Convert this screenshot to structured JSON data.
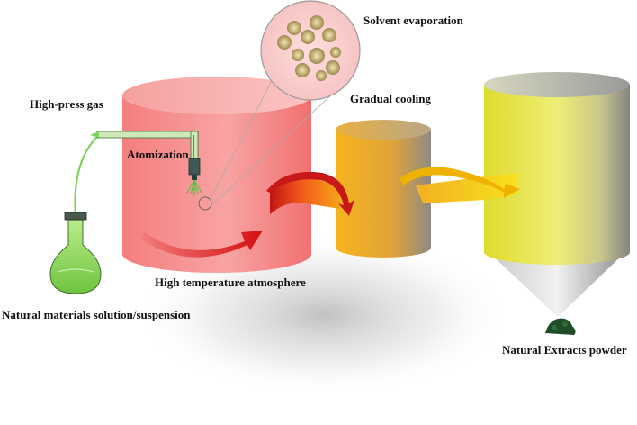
{
  "labels": {
    "high_press_gas": "High-press gas",
    "atomization": "Atomization",
    "solvent_evaporation": "Solvent evaporation",
    "gradual_cooling": "Gradual cooling",
    "high_temperature_atmosphere": "High temperature atmosphere",
    "natural_materials": "Natural materials solution/suspension",
    "natural_extracts_powder": "Natural Extracts powder"
  },
  "colors": {
    "chamber": "#f28a8a",
    "cooler": "#f0b020",
    "collector": "#e6e445",
    "collector_shade": "#8c8c8c",
    "tube": "#7fd35a",
    "droplet": "#b8a468",
    "powder": "#1f4d2a",
    "arrow_red": "#d81818",
    "arrow_yellow": "#f3b800"
  }
}
